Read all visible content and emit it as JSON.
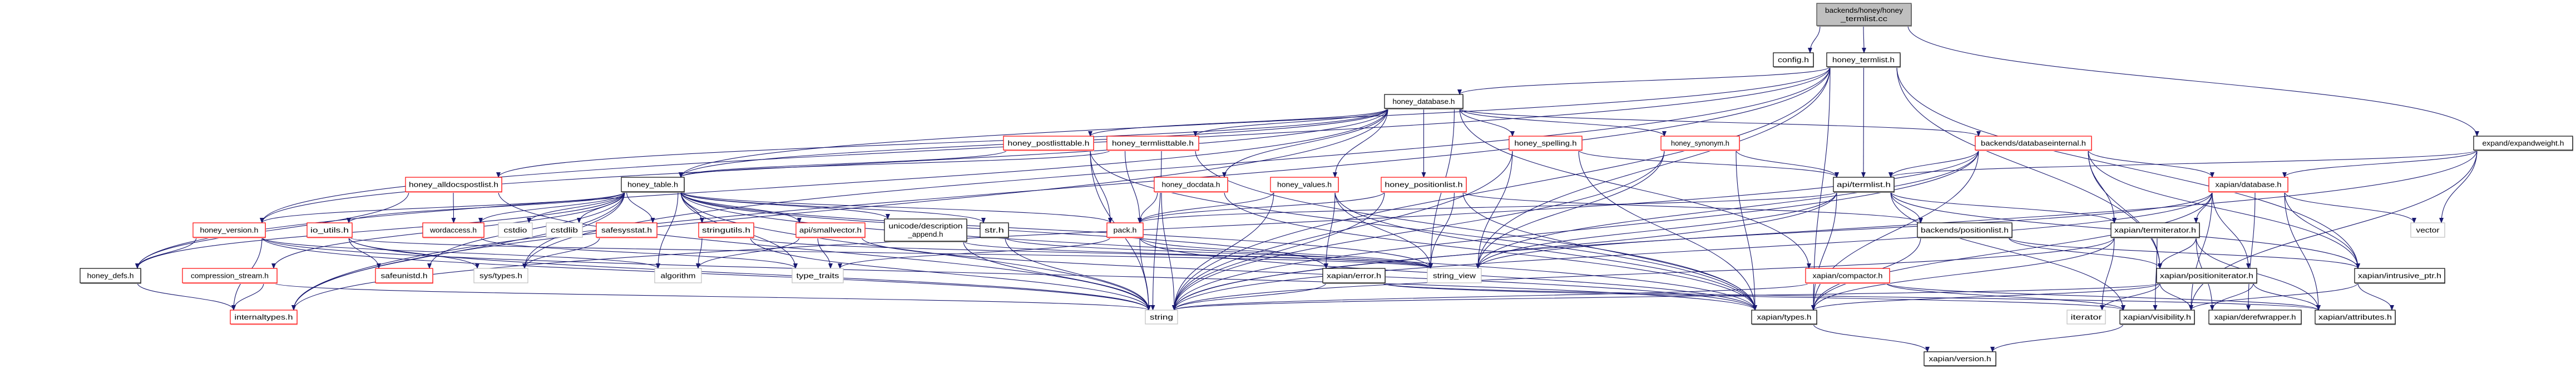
{
  "title": "backends/honey/honey_termlist.cc",
  "colors": {
    "edge": "#191970",
    "documented_border": "#000000",
    "truncated_border": "#ff0000",
    "system_border": "#bfbfbf",
    "root_fill": "#bfbfbf"
  },
  "nodes": [
    {
      "label": "backends/honey/honey_termlist.cc",
      "lines": [
        "backends/honey/honey",
        "_termlist.cc"
      ],
      "style": "root"
    },
    {
      "label": "config.h",
      "style": "black"
    },
    {
      "label": "honey_termlist.h",
      "style": "black"
    },
    {
      "label": "honey_database.h",
      "style": "black"
    },
    {
      "label": "honey_postlisttable.h",
      "style": "red"
    },
    {
      "label": "honey_termlisttable.h",
      "style": "red"
    },
    {
      "label": "honey_spelling.h",
      "style": "red"
    },
    {
      "label": "honey_synonym.h",
      "style": "red"
    },
    {
      "label": "backends/databaseinternal.h",
      "style": "red"
    },
    {
      "label": "expand/expandweight.h",
      "style": "black"
    },
    {
      "label": "honey_alldocspostlist.h",
      "style": "red"
    },
    {
      "label": "honey_table.h",
      "style": "black"
    },
    {
      "label": "honey_docdata.h",
      "style": "red"
    },
    {
      "label": "honey_values.h",
      "style": "red"
    },
    {
      "label": "honey_positionlist.h",
      "style": "red"
    },
    {
      "label": "api/termlist.h",
      "style": "black"
    },
    {
      "label": "xapian/database.h",
      "style": "red"
    },
    {
      "label": "honey_version.h",
      "style": "red"
    },
    {
      "label": "io_utils.h",
      "style": "red"
    },
    {
      "label": "wordaccess.h",
      "style": "red"
    },
    {
      "label": "cstdio",
      "style": "gray"
    },
    {
      "label": "cstdlib",
      "style": "gray"
    },
    {
      "label": "safesysstat.h",
      "style": "red"
    },
    {
      "label": "stringutils.h",
      "style": "red"
    },
    {
      "label": "api/smallvector.h",
      "style": "red"
    },
    {
      "label": "unicode/description_append.h",
      "lines": [
        "unicode/description",
        "_append.h"
      ],
      "style": "black"
    },
    {
      "label": "str.h",
      "style": "black"
    },
    {
      "label": "pack.h",
      "style": "red"
    },
    {
      "label": "backends/positionlist.h",
      "style": "black"
    },
    {
      "label": "xapian/termiterator.h",
      "style": "black"
    },
    {
      "label": "vector",
      "style": "gray"
    },
    {
      "label": "honey_defs.h",
      "style": "black"
    },
    {
      "label": "compression_stream.h",
      "style": "red"
    },
    {
      "label": "safeunistd.h",
      "style": "red"
    },
    {
      "label": "sys/types.h",
      "style": "gray"
    },
    {
      "label": "algorithm",
      "style": "gray"
    },
    {
      "label": "type_traits",
      "style": "gray"
    },
    {
      "label": "xapian/error.h",
      "style": "black"
    },
    {
      "label": "string_view",
      "style": "gray"
    },
    {
      "label": "xapian/compactor.h",
      "style": "red"
    },
    {
      "label": "xapian/positioniterator.h",
      "style": "black"
    },
    {
      "label": "xapian/intrusive_ptr.h",
      "style": "black"
    },
    {
      "label": "internaltypes.h",
      "style": "red"
    },
    {
      "label": "string",
      "style": "gray"
    },
    {
      "label": "xapian/types.h",
      "style": "black"
    },
    {
      "label": "iterator",
      "style": "gray"
    },
    {
      "label": "xapian/visibility.h",
      "style": "black"
    },
    {
      "label": "xapian/derefwrapper.h",
      "style": "black"
    },
    {
      "label": "xapian/attributes.h",
      "style": "black"
    },
    {
      "label": "xapian/version.h",
      "style": "black"
    }
  ],
  "edges": [
    [
      "backends/honey/honey_termlist.cc",
      "config.h"
    ],
    [
      "backends/honey/honey_termlist.cc",
      "honey_termlist.h"
    ],
    [
      "backends/honey/honey_termlist.cc",
      "expand/expandweight.h"
    ],
    [
      "honey_termlist.h",
      "honey_database.h"
    ],
    [
      "honey_termlist.h",
      "api/termlist.h"
    ],
    [
      "honey_termlist.h",
      "honey_table.h"
    ],
    [
      "honey_termlist.h",
      "honey_version.h"
    ],
    [
      "honey_termlist.h",
      "xapian/positioniterator.h"
    ],
    [
      "honey_termlist.h",
      "xapian/intrusive_ptr.h"
    ],
    [
      "honey_termlist.h",
      "xapian/types.h"
    ],
    [
      "honey_termlist.h",
      "string"
    ],
    [
      "honey_termlist.h",
      "internaltypes.h"
    ],
    [
      "honey_termlist.h",
      "sys/types.h"
    ],
    [
      "honey_termlist.h",
      "string_view"
    ],
    [
      "honey_database.h",
      "honey_alldocspostlist.h"
    ],
    [
      "honey_database.h",
      "honey_table.h"
    ],
    [
      "honey_database.h",
      "honey_version.h"
    ],
    [
      "honey_database.h",
      "honey_postlisttable.h"
    ],
    [
      "honey_database.h",
      "honey_termlisttable.h"
    ],
    [
      "honey_database.h",
      "honey_docdata.h"
    ],
    [
      "honey_database.h",
      "honey_values.h"
    ],
    [
      "honey_database.h",
      "honey_positionlist.h"
    ],
    [
      "honey_database.h",
      "honey_spelling.h"
    ],
    [
      "honey_database.h",
      "honey_synonym.h"
    ],
    [
      "honey_database.h",
      "backends/databaseinternal.h"
    ],
    [
      "honey_database.h",
      "xapian/compactor.h"
    ],
    [
      "honey_database.h",
      "string_view"
    ],
    [
      "honey_database.h",
      "honey_defs.h"
    ],
    [
      "honey_database.h",
      "internaltypes.h"
    ],
    [
      "honey_alldocspostlist.h",
      "wordaccess.h"
    ],
    [
      "honey_alldocspostlist.h",
      "honey_defs.h"
    ],
    [
      "honey_alldocspostlist.h",
      "string"
    ],
    [
      "honey_table.h",
      "honey_version.h"
    ],
    [
      "honey_table.h",
      "io_utils.h"
    ],
    [
      "honey_table.h",
      "wordaccess.h"
    ],
    [
      "honey_table.h",
      "cstdio"
    ],
    [
      "honey_table.h",
      "cstdlib"
    ],
    [
      "honey_table.h",
      "safesysstat.h"
    ],
    [
      "honey_table.h",
      "stringutils.h"
    ],
    [
      "honey_table.h",
      "api/smallvector.h"
    ],
    [
      "honey_table.h",
      "unicode/description_append.h"
    ],
    [
      "honey_table.h",
      "str.h"
    ],
    [
      "honey_table.h",
      "pack.h"
    ],
    [
      "honey_table.h",
      "algorithm"
    ],
    [
      "honey_table.h",
      "type_traits"
    ],
    [
      "honey_table.h",
      "sys/types.h"
    ],
    [
      "honey_table.h",
      "safeunistd.h"
    ],
    [
      "honey_table.h",
      "honey_defs.h"
    ],
    [
      "honey_table.h",
      "compression_stream.h"
    ],
    [
      "honey_table.h",
      "internaltypes.h"
    ],
    [
      "honey_table.h",
      "string"
    ],
    [
      "honey_table.h",
      "string_view"
    ],
    [
      "honey_table.h",
      "xapian/error.h"
    ],
    [
      "honey_table.h",
      "xapian/types.h"
    ],
    [
      "honey_version.h",
      "honey_defs.h"
    ],
    [
      "honey_version.h",
      "internaltypes.h"
    ],
    [
      "honey_version.h",
      "string"
    ],
    [
      "honey_version.h",
      "algorithm"
    ],
    [
      "honey_version.h",
      "xapian/types.h"
    ],
    [
      "io_utils.h",
      "safeunistd.h"
    ],
    [
      "io_utils.h",
      "sys/types.h"
    ],
    [
      "io_utils.h",
      "string"
    ],
    [
      "io_utils.h",
      "string_view"
    ],
    [
      "wordaccess.h",
      "type_traits"
    ],
    [
      "safesysstat.h",
      "sys/types.h"
    ],
    [
      "stringutils.h",
      "algorithm"
    ],
    [
      "stringutils.h",
      "string"
    ],
    [
      "stringutils.h",
      "string_view"
    ],
    [
      "api/smallvector.h",
      "algorithm"
    ],
    [
      "api/smallvector.h",
      "type_traits"
    ],
    [
      "api/smallvector.h",
      "xapian/types.h"
    ],
    [
      "compression_stream.h",
      "internaltypes.h"
    ],
    [
      "compression_stream.h",
      "string"
    ],
    [
      "honey_defs.h",
      "internaltypes.h"
    ],
    [
      "unicode/description_append.h",
      "string"
    ],
    [
      "unicode/description_append.h",
      "string_view"
    ],
    [
      "str.h",
      "string"
    ],
    [
      "str.h",
      "string_view"
    ],
    [
      "pack.h",
      "string"
    ],
    [
      "pack.h",
      "string_view"
    ],
    [
      "pack.h",
      "type_traits"
    ],
    [
      "pack.h",
      "xapian/types.h"
    ],
    [
      "xapian/error.h",
      "string"
    ],
    [
      "xapian/error.h",
      "xapian/visibility.h"
    ],
    [
      "xapian/error.h",
      "xapian/attributes.h"
    ],
    [
      "honey_postlisttable.h",
      "pack.h"
    ],
    [
      "honey_postlisttable.h",
      "string"
    ],
    [
      "honey_postlisttable.h",
      "xapian/types.h"
    ],
    [
      "honey_postlisttable.h",
      "honey_table.h"
    ],
    [
      "honey_termlisttable.h",
      "pack.h"
    ],
    [
      "honey_termlisttable.h",
      "string"
    ],
    [
      "honey_termlisttable.h",
      "honey_table.h"
    ],
    [
      "honey_termlisttable.h",
      "xapian/types.h"
    ],
    [
      "honey_docdata.h",
      "pack.h"
    ],
    [
      "honey_docdata.h",
      "string"
    ],
    [
      "honey_docdata.h",
      "xapian/types.h"
    ],
    [
      "honey_values.h",
      "pack.h"
    ],
    [
      "honey_values.h",
      "string"
    ],
    [
      "honey_values.h",
      "xapian/error.h"
    ],
    [
      "honey_values.h",
      "xapian/types.h"
    ],
    [
      "honey_values.h",
      "string_view"
    ],
    [
      "honey_positionlist.h",
      "pack.h"
    ],
    [
      "honey_positionlist.h",
      "string"
    ],
    [
      "honey_positionlist.h",
      "string_view"
    ],
    [
      "honey_positionlist.h",
      "xapian/types.h"
    ],
    [
      "honey_positionlist.h",
      "backends/positionlist.h"
    ],
    [
      "honey_spelling.h",
      "api/termlist.h"
    ],
    [
      "honey_spelling.h",
      "string_view"
    ],
    [
      "honey_spelling.h",
      "string"
    ],
    [
      "honey_spelling.h",
      "xapian/types.h"
    ],
    [
      "honey_synonym.h",
      "api/termlist.h"
    ],
    [
      "honey_synonym.h",
      "string_view"
    ],
    [
      "honey_synonym.h",
      "string"
    ],
    [
      "honey_synonym.h",
      "xapian/types.h"
    ],
    [
      "backends/databaseinternal.h",
      "api/termlist.h"
    ],
    [
      "backends/databaseinternal.h",
      "xapian/database.h"
    ],
    [
      "backends/databaseinternal.h",
      "xapian/termiterator.h"
    ],
    [
      "backends/databaseinternal.h",
      "xapian/positioniterator.h"
    ],
    [
      "backends/databaseinternal.h",
      "xapian/intrusive_ptr.h"
    ],
    [
      "backends/databaseinternal.h",
      "xapian/types.h"
    ],
    [
      "backends/databaseinternal.h",
      "string"
    ],
    [
      "backends/databaseinternal.h",
      "string_view"
    ],
    [
      "backends/databaseinternal.h",
      "internaltypes.h"
    ],
    [
      "api/termlist.h",
      "pack.h"
    ],
    [
      "api/termlist.h",
      "backends/positionlist.h"
    ],
    [
      "api/termlist.h",
      "xapian/termiterator.h"
    ],
    [
      "api/termlist.h",
      "xapian/intrusive_ptr.h"
    ],
    [
      "api/termlist.h",
      "xapian/types.h"
    ],
    [
      "api/termlist.h",
      "string"
    ],
    [
      "api/termlist.h",
      "string_view"
    ],
    [
      "api/termlist.h",
      "xapian/visibility.h"
    ],
    [
      "xapian/database.h",
      "xapian/termiterator.h"
    ],
    [
      "xapian/database.h",
      "xapian/positioniterator.h"
    ],
    [
      "xapian/database.h",
      "xapian/intrusive_ptr.h"
    ],
    [
      "xapian/database.h",
      "vector"
    ],
    [
      "xapian/database.h",
      "xapian/types.h"
    ],
    [
      "xapian/database.h",
      "xapian/visibility.h"
    ],
    [
      "xapian/database.h",
      "xapian/attributes.h"
    ],
    [
      "xapian/database.h",
      "string"
    ],
    [
      "xapian/database.h",
      "xapian/derefwrapper.h"
    ],
    [
      "xapian/database.h",
      "string_view"
    ],
    [
      "expand/expandweight.h",
      "api/termlist.h"
    ],
    [
      "expand/expandweight.h",
      "xapian/database.h"
    ],
    [
      "expand/expandweight.h",
      "vector"
    ],
    [
      "expand/expandweight.h",
      "xapian/visibility.h"
    ],
    [
      "expand/expandweight.h",
      "string"
    ],
    [
      "backends/positionlist.h",
      "xapian/positioniterator.h"
    ],
    [
      "backends/positionlist.h",
      "xapian/intrusive_ptr.h"
    ],
    [
      "backends/positionlist.h",
      "xapian/types.h"
    ],
    [
      "xapian/termiterator.h",
      "xapian/positioniterator.h"
    ],
    [
      "xapian/termiterator.h",
      "iterator"
    ],
    [
      "xapian/termiterator.h",
      "xapian/visibility.h"
    ],
    [
      "xapian/termiterator.h",
      "xapian/derefwrapper.h"
    ],
    [
      "xapian/termiterator.h",
      "xapian/attributes.h"
    ],
    [
      "xapian/termiterator.h",
      "xapian/types.h"
    ],
    [
      "xapian/termiterator.h",
      "string"
    ],
    [
      "xapian/compactor.h",
      "xapian/visibility.h"
    ],
    [
      "xapian/compactor.h",
      "string"
    ],
    [
      "xapian/compactor.h",
      "xapian/attributes.h"
    ],
    [
      "xapian/positioniterator.h",
      "iterator"
    ],
    [
      "xapian/positioniterator.h",
      "xapian/visibility.h"
    ],
    [
      "xapian/positioniterator.h",
      "xapian/derefwrapper.h"
    ],
    [
      "xapian/positioniterator.h",
      "xapian/attributes.h"
    ],
    [
      "xapian/positioniterator.h",
      "xapian/types.h"
    ],
    [
      "xapian/positioniterator.h",
      "string"
    ],
    [
      "xapian/intrusive_ptr.h",
      "xapian/visibility.h"
    ],
    [
      "xapian/intrusive_ptr.h",
      "xapian/attributes.h"
    ],
    [
      "xapian/types.h",
      "xapian/version.h"
    ],
    [
      "xapian/visibility.h",
      "xapian/version.h"
    ]
  ]
}
